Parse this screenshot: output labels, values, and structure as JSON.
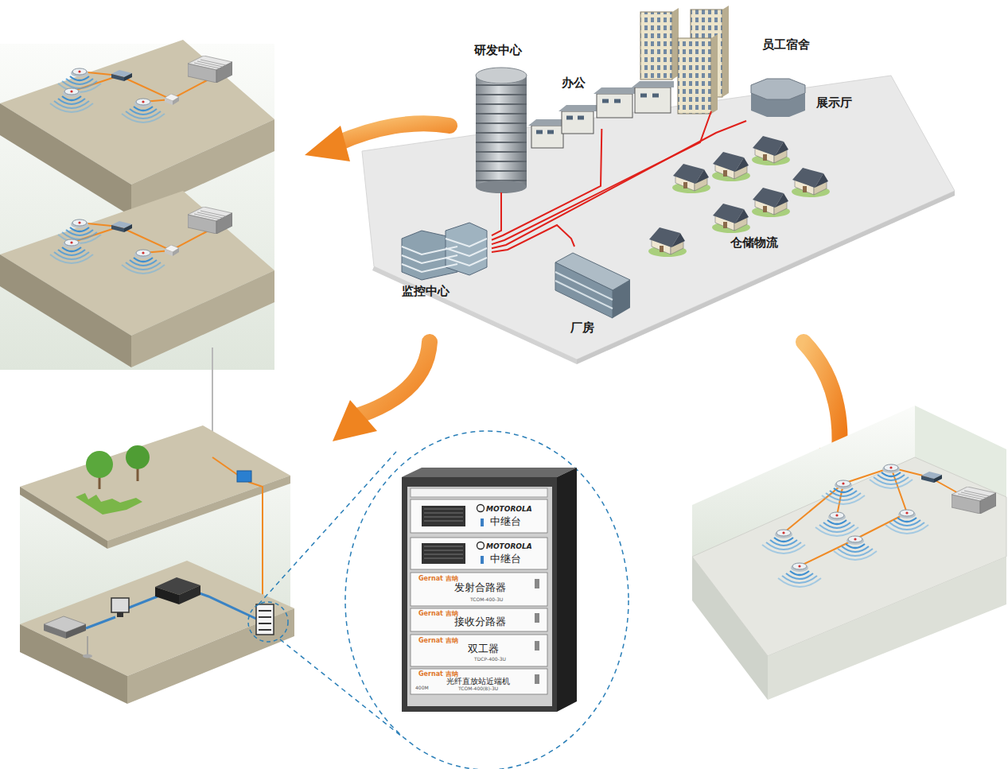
{
  "diagram": {
    "nodes": [
      {
        "text": [
          "研发中心"
        ]
      },
      {
        "text": [
          "办公"
        ]
      },
      {
        "text": [
          "员工宿舍"
        ]
      },
      {
        "text": [
          "展示厅"
        ]
      },
      {
        "text": [
          "仓储物流"
        ]
      },
      {
        "text": [
          "监控中心"
        ]
      },
      {
        "text": [
          "厂房"
        ]
      },
      {
        "text": [
          "MOTOROLA",
          "中继台"
        ]
      },
      {
        "text": [
          "MOTOROLA",
          "中继台"
        ]
      },
      {
        "text": [
          "Gernat 吉纳",
          "发射合路器",
          "TCOM-400-3U"
        ]
      },
      {
        "text": [
          "Gernat 吉纳",
          "接收分路器"
        ]
      },
      {
        "text": [
          "Gernat 吉纳",
          "双工器",
          "TDCP-400-3U"
        ]
      },
      {
        "text": [
          "Gernat 吉纳",
          "400M",
          "光纤直放站近端机",
          "TCOM-400(B)-3U"
        ]
      }
    ],
    "edges": [
      {
        "from": 5,
        "to": 0,
        "arrow": "none"
      },
      {
        "from": 5,
        "to": 1,
        "arrow": "none"
      },
      {
        "from": 5,
        "to": 2,
        "arrow": "none"
      },
      {
        "from": 5,
        "to": 3,
        "arrow": "none"
      },
      {
        "from": 5,
        "to": 6,
        "arrow": "none"
      }
    ]
  }
}
